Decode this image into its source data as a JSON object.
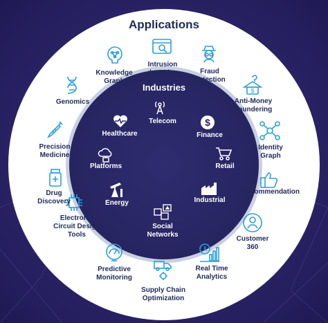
{
  "title": "Applications",
  "inner_title": "Industries",
  "applications": {
    "knowledge_graph": "Knowledge\nGraph",
    "intrusion_detection": "Intrusion\ndetection",
    "fraud_detection": "Fraud\nDetection",
    "anti_money_laundering": "Anti-Money\nLaundering",
    "identity_graph": "Identity\nGraph",
    "recommendation": "Recommendation",
    "customer_360": "Customer\n360",
    "real_time_analytics": "Real Time\nAnalytics",
    "supply_chain_optimization": "Supply Chain\nOptimization",
    "predictive_monitoring": "Predictive\nMonitoring",
    "electronic_circuit_design_tools": "Electronic\nCircuit Design\nTools",
    "drug_discovery": "Drug\nDiscovery",
    "precision_medicine": "Precision\nMedicine",
    "genomics": "Genomics"
  },
  "industries": {
    "telecom": "Telecom",
    "finance": "Finance",
    "retail": "Retail",
    "industrial": "Industrial",
    "social_networks": "Social\nNetworks",
    "energy": "Energy",
    "platforms": "Platforms",
    "healthcare": "Healthcare"
  },
  "colors": {
    "background": "#2b2566",
    "ring": "#ffffff",
    "inner_disc": "#2d2a6b",
    "icon_blue": "#2b9fd8",
    "text_dark": "#1f2a56"
  },
  "icons": {
    "knowledge_graph": "brain-network-icon",
    "intrusion_detection": "browser-magnifier-icon",
    "fraud_detection": "detective-icon",
    "anti_money_laundering": "money-hanger-icon",
    "identity_graph": "network-nodes-icon",
    "recommendation": "thumbs-up-icon",
    "customer_360": "person-circle-icon",
    "real_time_analytics": "chart-clock-icon",
    "supply_chain_optimization": "truck-gear-icon",
    "predictive_monitoring": "gauge-monitor-icon",
    "electronic_circuit_design_tools": "chip-icon",
    "drug_discovery": "pill-bottle-icon",
    "precision_medicine": "syringe-icon",
    "genomics": "dna-icon",
    "telecom": "antenna-icon",
    "finance": "dollar-coin-icon",
    "retail": "shopping-cart-icon",
    "industrial": "factory-icon",
    "social_networks": "social-likes-icon",
    "energy": "oil-pump-icon",
    "platforms": "cloud-platform-icon",
    "healthcare": "heartbeat-icon"
  }
}
